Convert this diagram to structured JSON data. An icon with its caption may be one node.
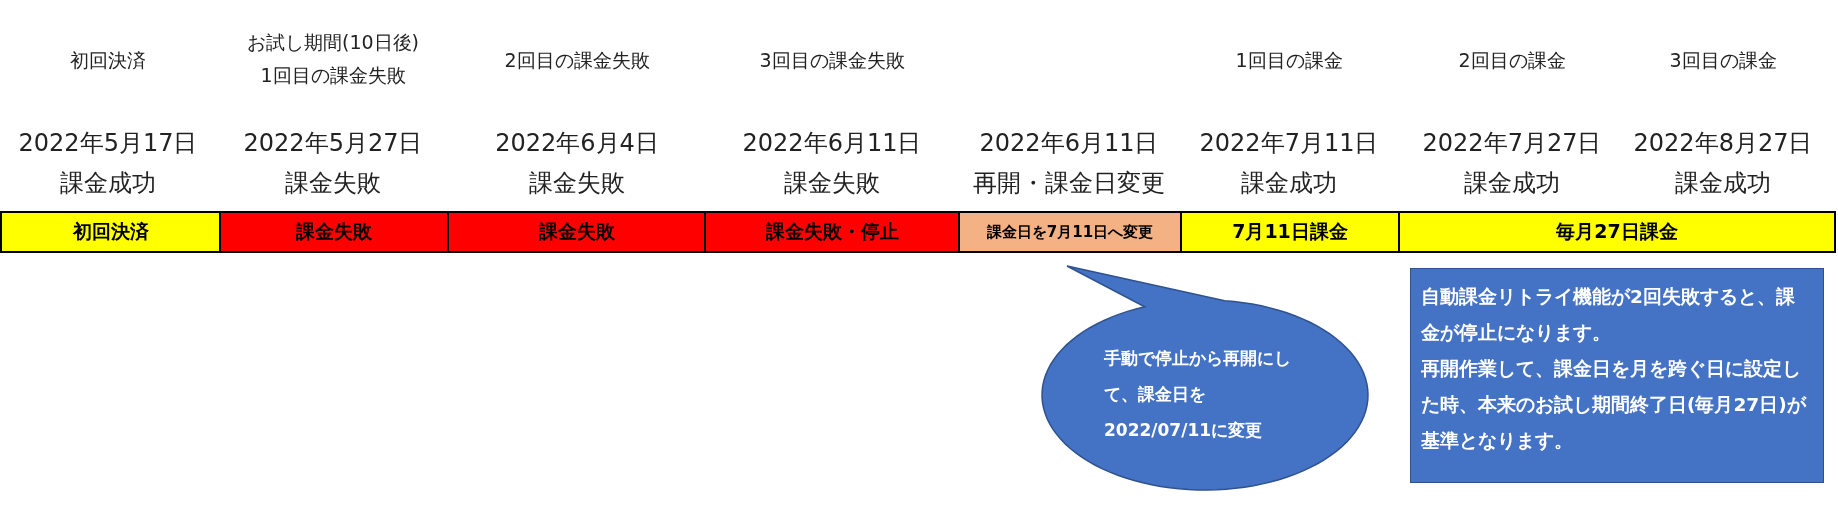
{
  "diagram": {
    "nodes": [
      {
        "text": [
          "初回決済"
        ]
      },
      {
        "text": [
          "課金失敗"
        ]
      },
      {
        "text": [
          "課金失敗"
        ]
      },
      {
        "text": [
          "課金失敗・停止"
        ]
      },
      {
        "text": [
          "課金日を7月11日へ変更"
        ]
      },
      {
        "text": [
          "7月11日課金"
        ]
      },
      {
        "text": [
          "毎月27日課金"
        ]
      },
      {
        "text": [
          "手動で停止から再開にして、課金日を2022/07/11に変更"
        ]
      },
      {
        "text": [
          "自動課金リトライ機能が2回失敗すると、課金が停止になります。",
          "再開作業して、課金日を月を跨ぐ日に設定した時、本来のお試し期間終了日(毎月27日)が基準となります。"
        ]
      }
    ],
    "labels": [
      "初回決済",
      "2022年5月17日",
      "課金成功",
      "お試し期間(10日後) 1回目の課金失敗",
      "2022年5月27日",
      "課金失敗",
      "2回目の課金失敗",
      "2022年6月4日",
      "課金失敗",
      "3回目の課金失敗",
      "2022年6月11日",
      "課金失敗",
      "2022年6月11日",
      "再開・課金日変更",
      "1回目の課金",
      "2022年7月11日",
      "課金成功",
      "2回目の課金",
      "2022年7月27日",
      "課金成功",
      "3回目の課金",
      "2022年8月27日",
      "課金成功"
    ]
  }
}
